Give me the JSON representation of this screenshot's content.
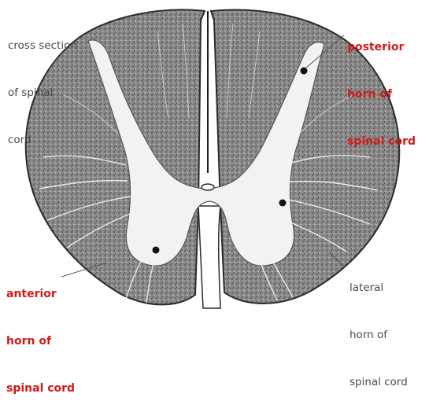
{
  "labels": {
    "cross_section": [
      "cross section",
      "of spinal",
      "cord"
    ],
    "posterior_horn": [
      "posterior",
      "horn of",
      "spinal cord"
    ],
    "anterior_horn": [
      "anterior",
      "horn of",
      "spinal cord"
    ],
    "lateral_horn": [
      "lateral",
      "horn of",
      "spinal cord"
    ]
  },
  "colors": {
    "highlight_label": "#d11a1a",
    "plain_label": "#4a4a4a",
    "white_matter": "#6f6f6f",
    "grey_matter": "#f2f2f2",
    "outline": "#2b2b2b"
  }
}
